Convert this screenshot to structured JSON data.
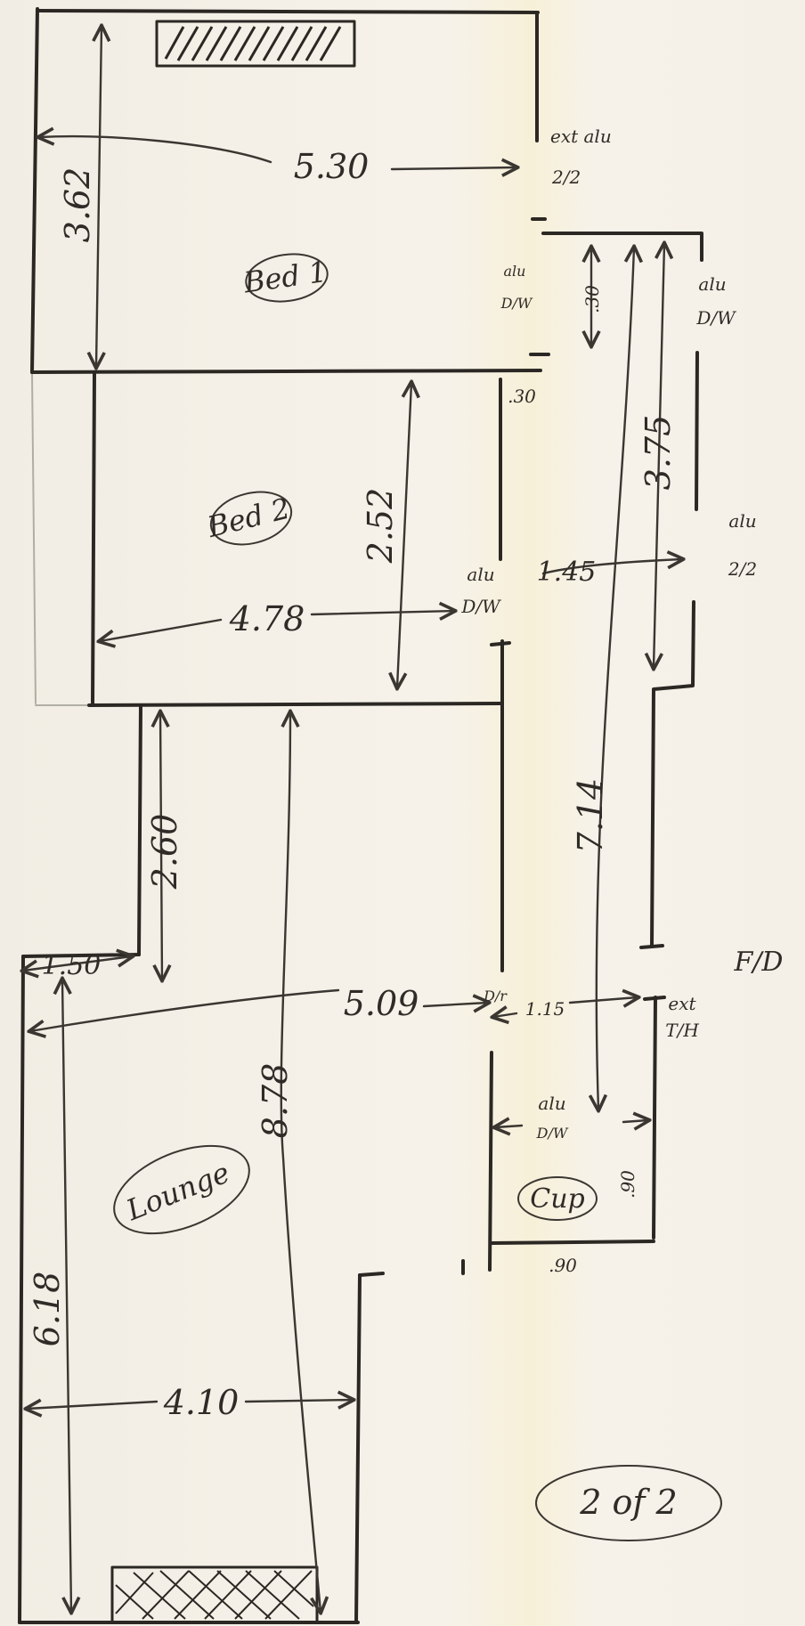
{
  "rooms": {
    "bed1": "Bed 1",
    "bed2": "Bed 2",
    "lounge": "Lounge",
    "cup": "Cup"
  },
  "dimensions": {
    "bed1_height": "3.62",
    "bed1_width": "5.30",
    "bed2_height": "2.52",
    "bed2_width": "4.78",
    "passage_height": "2.60",
    "step_width": "1.50",
    "lounge_span": "5.09",
    "lounge_height": "6.18",
    "lounge_width": "4.10",
    "overall_height": "8.78",
    "corridor_length": "7.14",
    "right_wall_length": "3.75",
    "hall_width": "1.45",
    "dr_width": "1.15",
    "gap_top": ".30",
    "gap_mid": ".30",
    "cup_width": ".90",
    "cup_height": ".90"
  },
  "notes": {
    "ext_alu_top": "ext alu",
    "ext_alu_top_size": "2/2",
    "alu_dw_left": "alu",
    "alu_dw_left_2": "D/W",
    "alu_dw_right": "alu",
    "alu_dw_right_2": "D/W",
    "alu_right_mid": "alu",
    "alu_right_mid_size": "2/2",
    "alu_dw_center": "alu",
    "alu_dw_center_2": "D/W",
    "dr_label": "D/r",
    "fd_label": "F/D",
    "ext_th": "ext",
    "ext_th_2": "T/H",
    "alu_dw_cup": "alu",
    "alu_dw_cup_2": "D/W"
  },
  "page_label": "2 of 2"
}
